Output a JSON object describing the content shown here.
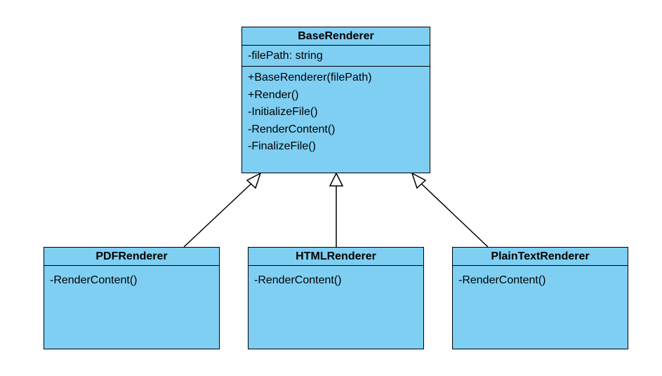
{
  "theme": {
    "fill": "#7fcff3",
    "stroke": "#000000",
    "background": "#ffffff"
  },
  "base": {
    "name": "BaseRenderer",
    "attributes": [
      "-filePath: string"
    ],
    "methods": [
      "+BaseRenderer(filePath)",
      "+Render()",
      "-InitializeFile()",
      "-RenderContent()",
      "-FinalizeFile()"
    ]
  },
  "pdf": {
    "name": "PDFRenderer",
    "methods": [
      "-RenderContent()"
    ]
  },
  "html": {
    "name": "HTMLRenderer",
    "methods": [
      "-RenderContent()"
    ]
  },
  "plain": {
    "name": "PlainTextRenderer",
    "methods": [
      "-RenderContent()"
    ]
  },
  "relations": [
    {
      "from": "PDFRenderer",
      "to": "BaseRenderer",
      "type": "inheritance"
    },
    {
      "from": "HTMLRenderer",
      "to": "BaseRenderer",
      "type": "inheritance"
    },
    {
      "from": "PlainTextRenderer",
      "to": "BaseRenderer",
      "type": "inheritance"
    }
  ]
}
